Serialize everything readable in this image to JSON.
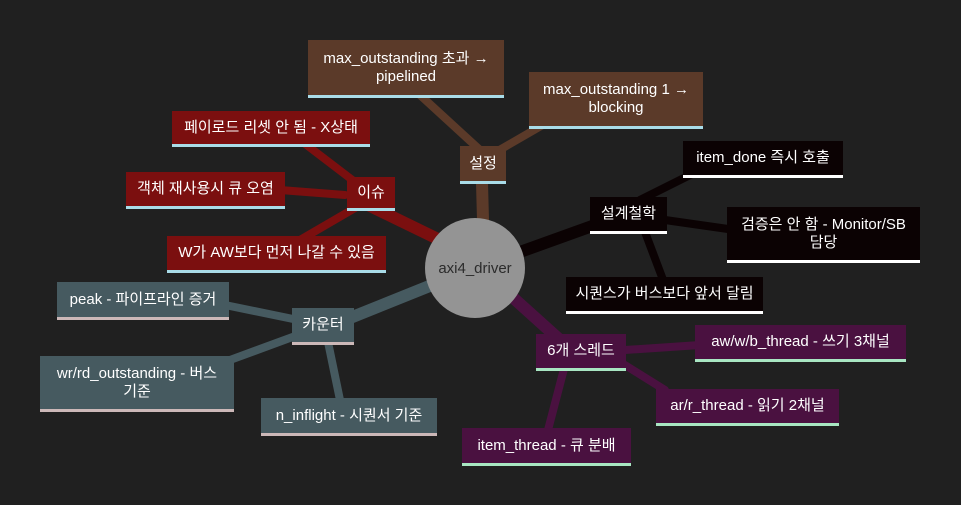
{
  "colors": {
    "background": "#202020",
    "root": "#949494",
    "settings_branch": "#5b3a29",
    "issues_branch": "#7b0f0f",
    "philosophy_branch": "#0b0203",
    "threads_branch": "#4a1140",
    "counter_branch": "#465a60"
  },
  "root": {
    "label": "axi4_driver"
  },
  "settings": {
    "label": "설정",
    "children": [
      "max_outstanding 초과 →\npipelined",
      "max_outstanding 1 →\nblocking"
    ]
  },
  "issues": {
    "label": "이슈",
    "children": [
      "페이로드 리셋 안 됨 - X상태",
      "객체 재사용시 큐 오염",
      "W가 AW보다 먼저 나갈 수 있음"
    ]
  },
  "philosophy": {
    "label": "설계철학",
    "children": [
      "item_done 즉시 호출",
      "검증은 안 함 - Monitor/SB\n담당",
      "시퀀스가 버스보다 앞서 달림"
    ]
  },
  "threads": {
    "label": "6개 스레드",
    "children": [
      "aw/w/b_thread - 쓰기 3채널",
      "ar/r_thread - 읽기 2채널",
      "item_thread - 큐 분배"
    ]
  },
  "counter": {
    "label": "카운터",
    "children": [
      "peak - 파이프라인 증거",
      "wr/rd_outstanding - 버스\n기준",
      "n_inflight - 시퀀서 기준"
    ]
  }
}
